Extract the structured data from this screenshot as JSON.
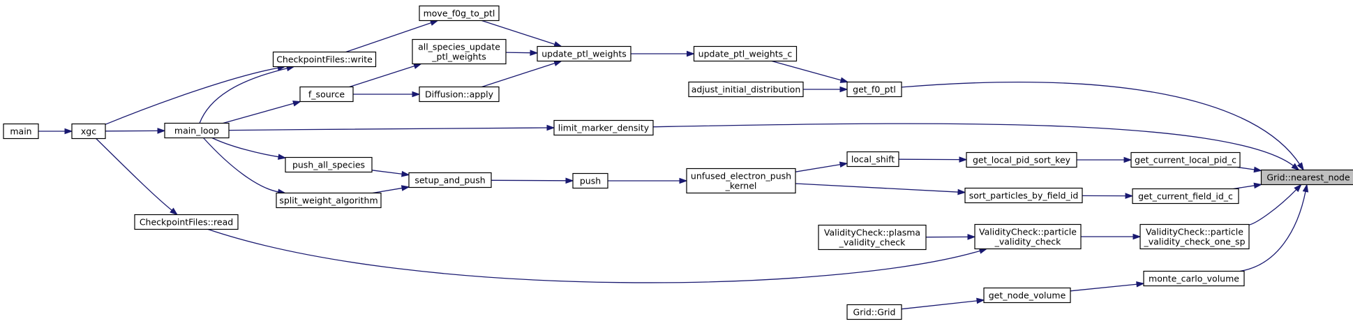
{
  "colors": {
    "edge": "#191970",
    "node_fill": "#ffffff",
    "root_fill": "#bfbfbf",
    "node_border": "#000000"
  },
  "nodes": {
    "grid_nearest_node": [
      "Grid::nearest_node"
    ],
    "get_f0_ptl": [
      "get_f0_ptl"
    ],
    "update_ptl_weights_c": [
      "update_ptl_weights_c"
    ],
    "update_ptl_weights": [
      "update_ptl_weights"
    ],
    "move_f0g_to_ptl": [
      "move_f0g_to_ptl"
    ],
    "all_species_update": [
      "all_species_update",
      "_ptl_weights"
    ],
    "diffusion_apply": [
      "Diffusion::apply"
    ],
    "checkpoint_write": [
      "CheckpointFiles::write"
    ],
    "f_source": [
      "f_source"
    ],
    "main": [
      "main"
    ],
    "xgc": [
      "xgc"
    ],
    "main_loop": [
      "main_loop"
    ],
    "adjust_initial_distribution": [
      "adjust_initial_distribution"
    ],
    "limit_marker_density": [
      "limit_marker_density"
    ],
    "push_all_species": [
      "push_all_species"
    ],
    "split_weight_algorithm": [
      "split_weight_algorithm"
    ],
    "setup_and_push": [
      "setup_and_push"
    ],
    "push": [
      "push"
    ],
    "unfused_electron_push_kernel": [
      "unfused_electron_push",
      "_kernel"
    ],
    "local_shift": [
      "local_shift"
    ],
    "get_local_pid_sort_key": [
      "get_local_pid_sort_key"
    ],
    "get_current_local_pid_c": [
      "get_current_local_pid_c"
    ],
    "sort_particles_by_field_id": [
      "sort_particles_by_field_id"
    ],
    "get_current_field_id_c": [
      "get_current_field_id_c"
    ],
    "checkpoint_read": [
      "CheckpointFiles::read"
    ],
    "plasma_validity_check": [
      "ValidityCheck::plasma",
      "_validity_check"
    ],
    "particle_validity_check": [
      "ValidityCheck::particle",
      "_validity_check"
    ],
    "particle_validity_check_one_sp": [
      "ValidityCheck::particle",
      "_validity_check_one_sp"
    ],
    "monte_carlo_volume": [
      "monte_carlo_volume"
    ],
    "get_node_volume": [
      "get_node_volume"
    ],
    "grid_grid": [
      "Grid::Grid"
    ]
  },
  "edges": [
    {
      "from": "get_f0_ptl",
      "to": "grid_nearest_node"
    },
    {
      "from": "limit_marker_density",
      "to": "grid_nearest_node"
    },
    {
      "from": "get_current_local_pid_c",
      "to": "grid_nearest_node"
    },
    {
      "from": "get_current_field_id_c",
      "to": "grid_nearest_node"
    },
    {
      "from": "particle_validity_check_one_sp",
      "to": "grid_nearest_node"
    },
    {
      "from": "monte_carlo_volume",
      "to": "grid_nearest_node"
    },
    {
      "from": "update_ptl_weights_c",
      "to": "get_f0_ptl"
    },
    {
      "from": "adjust_initial_distribution",
      "to": "get_f0_ptl"
    },
    {
      "from": "update_ptl_weights",
      "to": "update_ptl_weights_c"
    },
    {
      "from": "move_f0g_to_ptl",
      "to": "update_ptl_weights"
    },
    {
      "from": "all_species_update",
      "to": "update_ptl_weights"
    },
    {
      "from": "diffusion_apply",
      "to": "update_ptl_weights"
    },
    {
      "from": "checkpoint_write",
      "to": "move_f0g_to_ptl"
    },
    {
      "from": "f_source",
      "to": "all_species_update"
    },
    {
      "from": "f_source",
      "to": "diffusion_apply"
    },
    {
      "from": "xgc",
      "to": "checkpoint_write"
    },
    {
      "from": "main_loop",
      "to": "checkpoint_write"
    },
    {
      "from": "main_loop",
      "to": "f_source"
    },
    {
      "from": "main",
      "to": "xgc"
    },
    {
      "from": "xgc",
      "to": "main_loop"
    },
    {
      "from": "main_loop",
      "to": "limit_marker_density"
    },
    {
      "from": "main_loop",
      "to": "push_all_species"
    },
    {
      "from": "main_loop",
      "to": "split_weight_algorithm"
    },
    {
      "from": "push_all_species",
      "to": "setup_and_push"
    },
    {
      "from": "split_weight_algorithm",
      "to": "setup_and_push"
    },
    {
      "from": "setup_and_push",
      "to": "push"
    },
    {
      "from": "push",
      "to": "unfused_electron_push_kernel"
    },
    {
      "from": "unfused_electron_push_kernel",
      "to": "local_shift"
    },
    {
      "from": "local_shift",
      "to": "get_local_pid_sort_key"
    },
    {
      "from": "get_local_pid_sort_key",
      "to": "get_current_local_pid_c"
    },
    {
      "from": "unfused_electron_push_kernel",
      "to": "sort_particles_by_field_id"
    },
    {
      "from": "sort_particles_by_field_id",
      "to": "get_current_field_id_c"
    },
    {
      "from": "xgc",
      "to": "checkpoint_read"
    },
    {
      "from": "checkpoint_read",
      "to": "particle_validity_check"
    },
    {
      "from": "plasma_validity_check",
      "to": "particle_validity_check"
    },
    {
      "from": "particle_validity_check",
      "to": "particle_validity_check_one_sp"
    },
    {
      "from": "get_node_volume",
      "to": "monte_carlo_volume"
    },
    {
      "from": "grid_grid",
      "to": "get_node_volume"
    }
  ]
}
